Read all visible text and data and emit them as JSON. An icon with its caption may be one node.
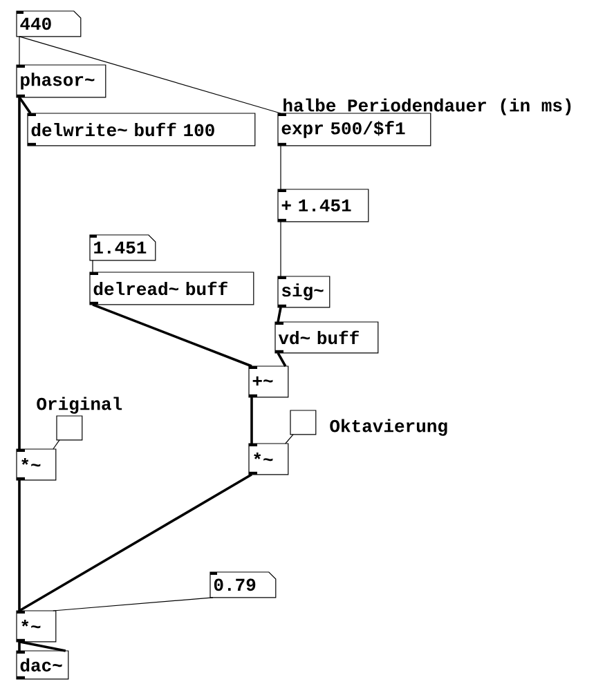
{
  "diagram": {
    "nodes": [
      {
        "text": [
          "440"
        ]
      },
      {
        "text": [
          "phasor~"
        ]
      },
      {
        "text": [
          "delwrite~ buff 100"
        ]
      },
      {
        "text": [
          "expr 500/$f1"
        ],
        "beside": [
          "halbe Periodendauer (in ms)"
        ]
      },
      {
        "text": [
          "+ 1.451"
        ]
      },
      {
        "text": [
          "1.451"
        ]
      },
      {
        "text": [
          "delread~ buff"
        ]
      },
      {
        "text": [
          "sig~"
        ]
      },
      {
        "text": [
          "vd~ buff"
        ]
      },
      {
        "text": [
          "+~"
        ]
      },
      {
        "text": [],
        "shape": "box",
        "beside": [
          "Original"
        ]
      },
      {
        "text": [
          "*~"
        ]
      },
      {
        "text": [],
        "shape": "box",
        "beside": [
          "Oktavierung"
        ]
      },
      {
        "text": [
          "*~"
        ]
      },
      {
        "text": [
          "0.79"
        ]
      },
      {
        "text": [
          "*~"
        ]
      },
      {
        "text": [
          "dac~"
        ]
      }
    ],
    "edges": [
      {
        "from": 0,
        "to": 1,
        "arrow": "none"
      },
      {
        "from": 0,
        "to": 3,
        "arrow": "none"
      },
      {
        "from": 1,
        "to": 2,
        "arrow": "none"
      },
      {
        "from": 1,
        "to": 11,
        "arrow": "none"
      },
      {
        "from": 3,
        "to": 4,
        "arrow": "none"
      },
      {
        "from": 4,
        "to": 7,
        "arrow": "none"
      },
      {
        "from": 5,
        "to": 6,
        "arrow": "none"
      },
      {
        "from": 7,
        "to": 8,
        "arrow": "none"
      },
      {
        "from": 6,
        "to": 9,
        "arrow": "none"
      },
      {
        "from": 8,
        "to": 9,
        "arrow": "none"
      },
      {
        "from": 9,
        "to": 13,
        "arrow": "none"
      },
      {
        "from": 10,
        "to": 11,
        "arrow": "none"
      },
      {
        "from": 12,
        "to": 13,
        "arrow": "none"
      },
      {
        "from": 11,
        "to": 15,
        "arrow": "none"
      },
      {
        "from": 13,
        "to": 15,
        "arrow": "none"
      },
      {
        "from": 14,
        "to": 15,
        "arrow": "none"
      },
      {
        "from": 15,
        "to": 16,
        "arrow": "none"
      },
      {
        "from": 15,
        "to": 16,
        "arrow": "none"
      }
    ]
  }
}
